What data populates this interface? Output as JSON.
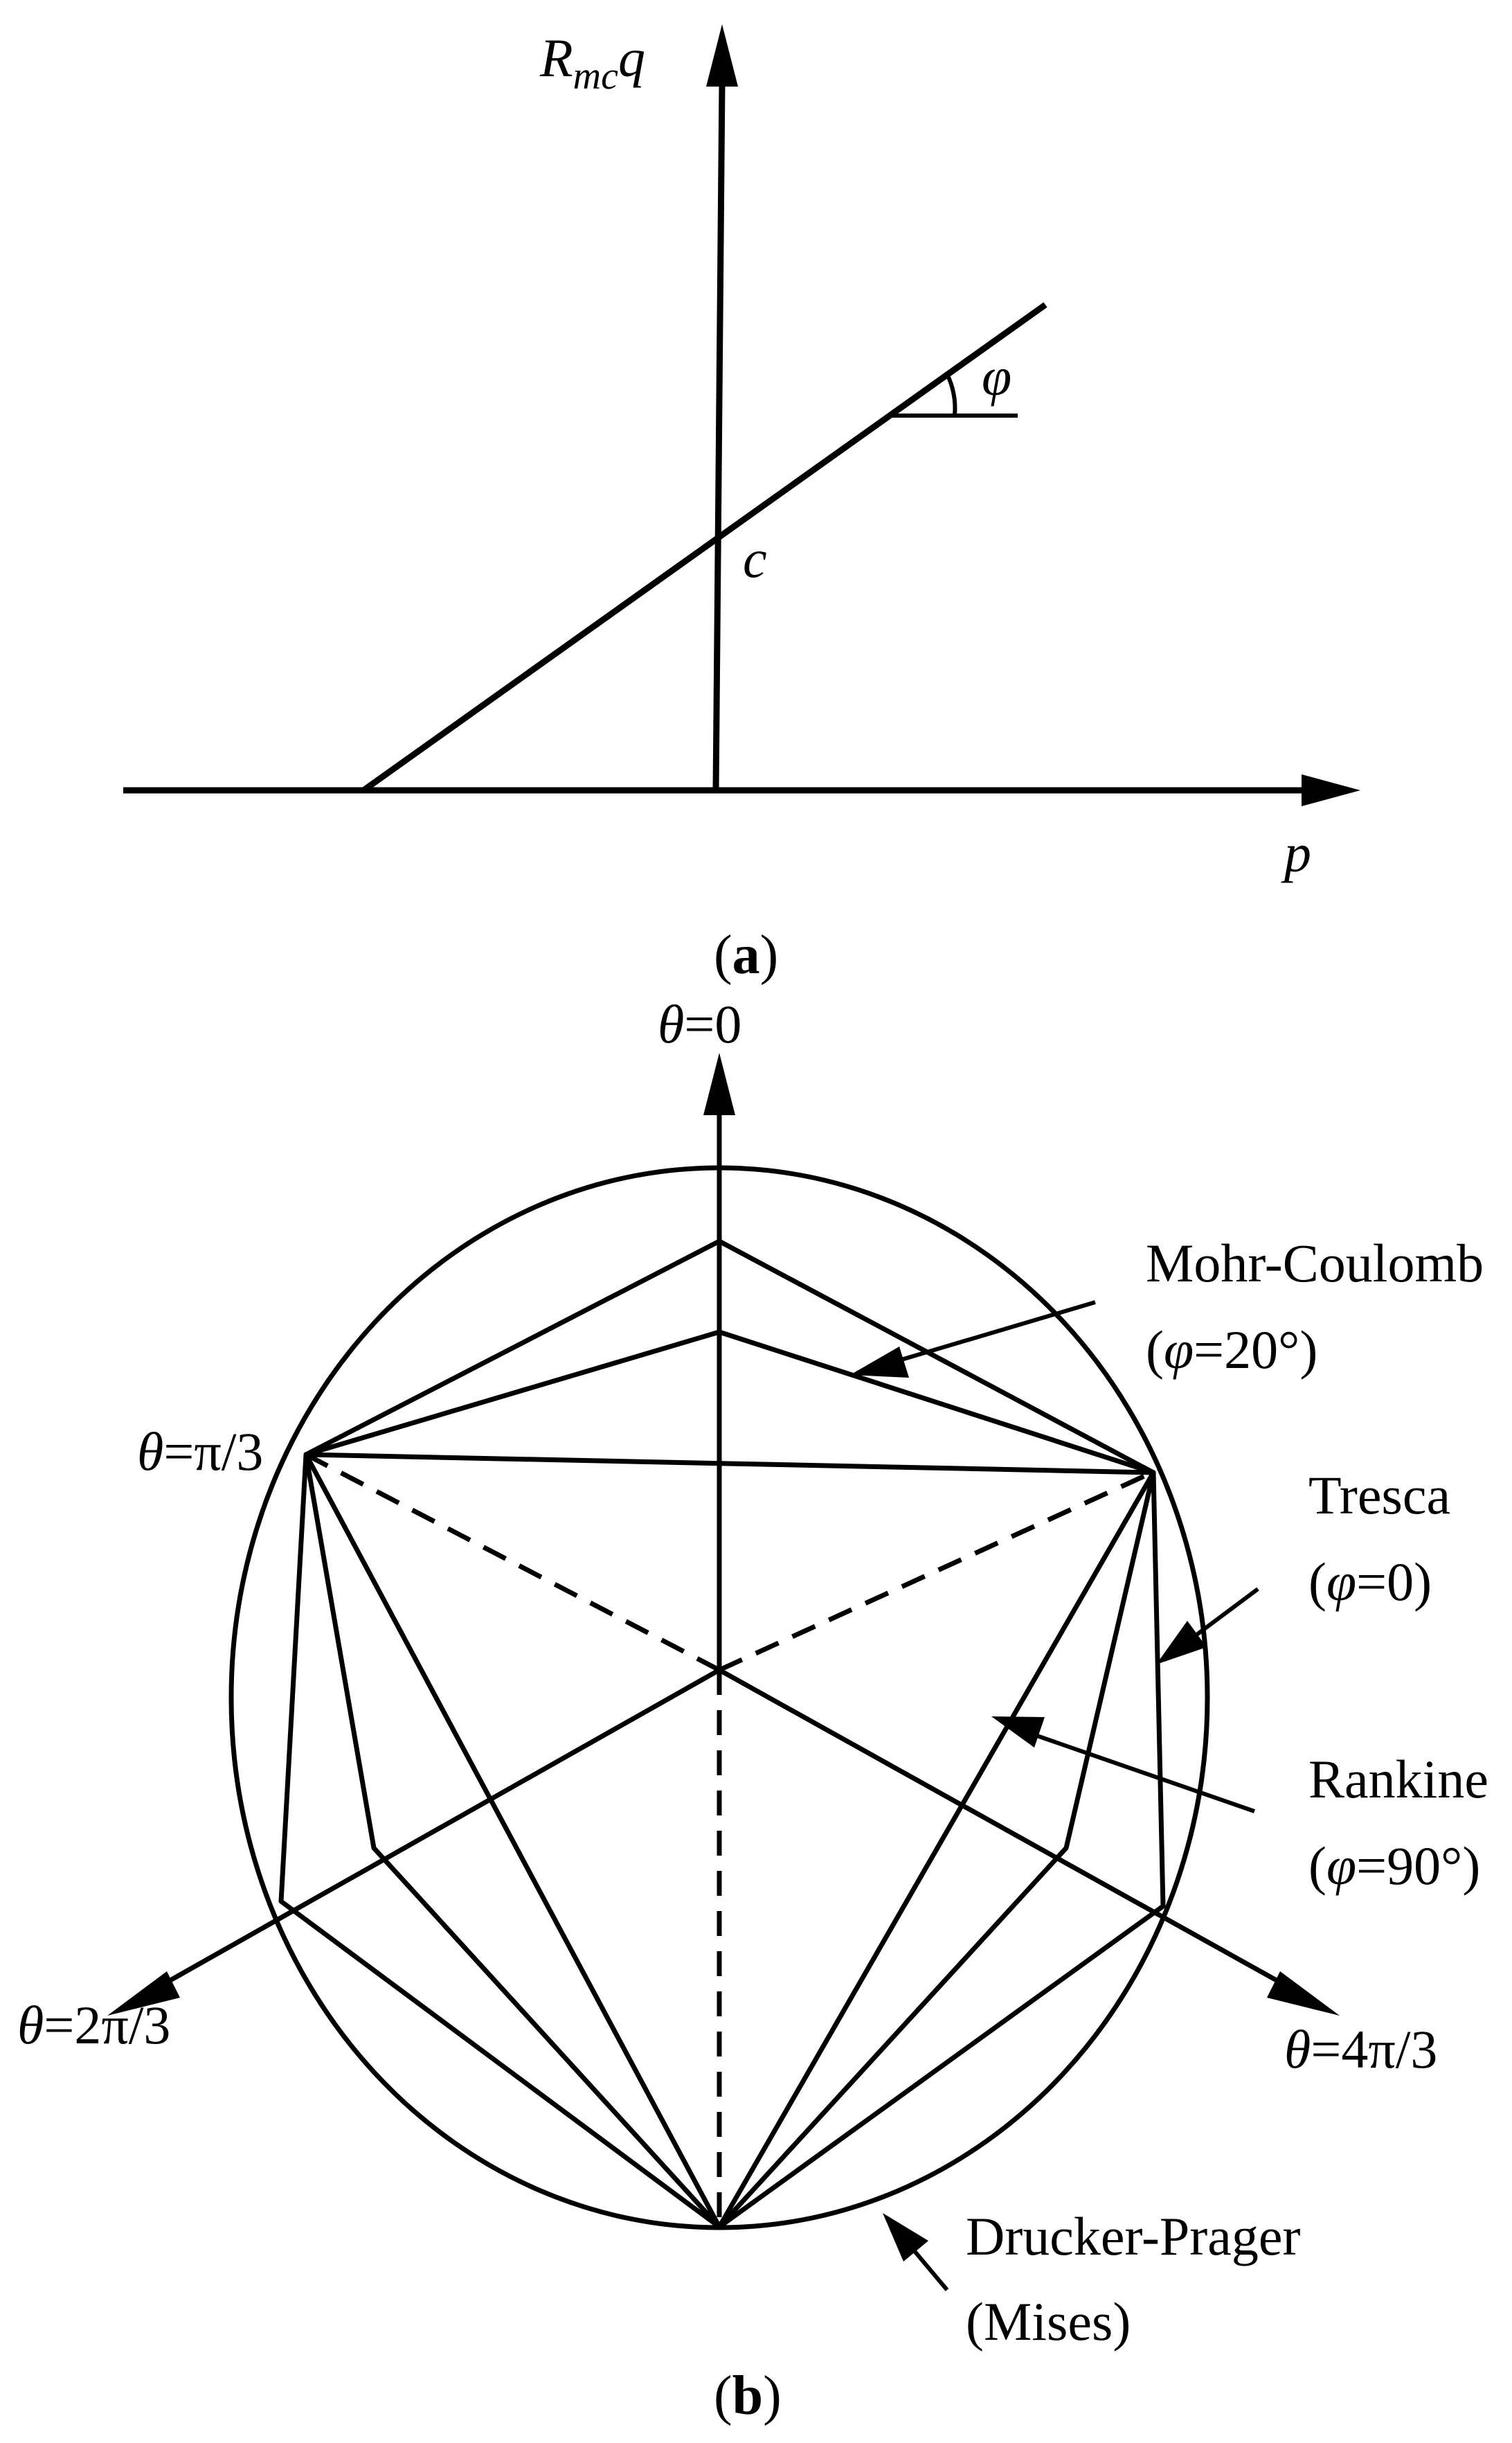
{
  "panel_a": {
    "y_axis_label": {
      "main": "R",
      "sub": "mc",
      "tail": "q"
    },
    "x_axis_label": "p",
    "intercept_label": "c",
    "angle_label": "φ",
    "caption": {
      "open": "(",
      "letter": "a",
      "close": ")"
    }
  },
  "panel_b": {
    "axis_labels": {
      "theta_0": {
        "sym": "θ",
        "rest": "=0"
      },
      "theta_pi3": {
        "sym": "θ",
        "rest": "=π/3"
      },
      "theta_2pi3": {
        "sym": "θ",
        "rest": "=2π/3"
      },
      "theta_4pi3": {
        "sym": "θ",
        "rest": "=4π/3"
      }
    },
    "criteria": {
      "mohr_coulomb": {
        "name": "Mohr-Coulomb",
        "param_open": "(",
        "param_sym": "φ",
        "param_rest": "=20°)"
      },
      "tresca": {
        "name": "Tresca",
        "param_open": "(",
        "param_sym": "φ",
        "param_rest": "=0)"
      },
      "rankine": {
        "name": "Rankine",
        "param_open": "(",
        "param_sym": "φ",
        "param_rest": "=90°)"
      },
      "drucker_prager": {
        "name": "Drucker-Prager",
        "note": "(Mises)"
      }
    },
    "caption": {
      "open": "(",
      "letter": "b",
      "close": ")"
    }
  }
}
